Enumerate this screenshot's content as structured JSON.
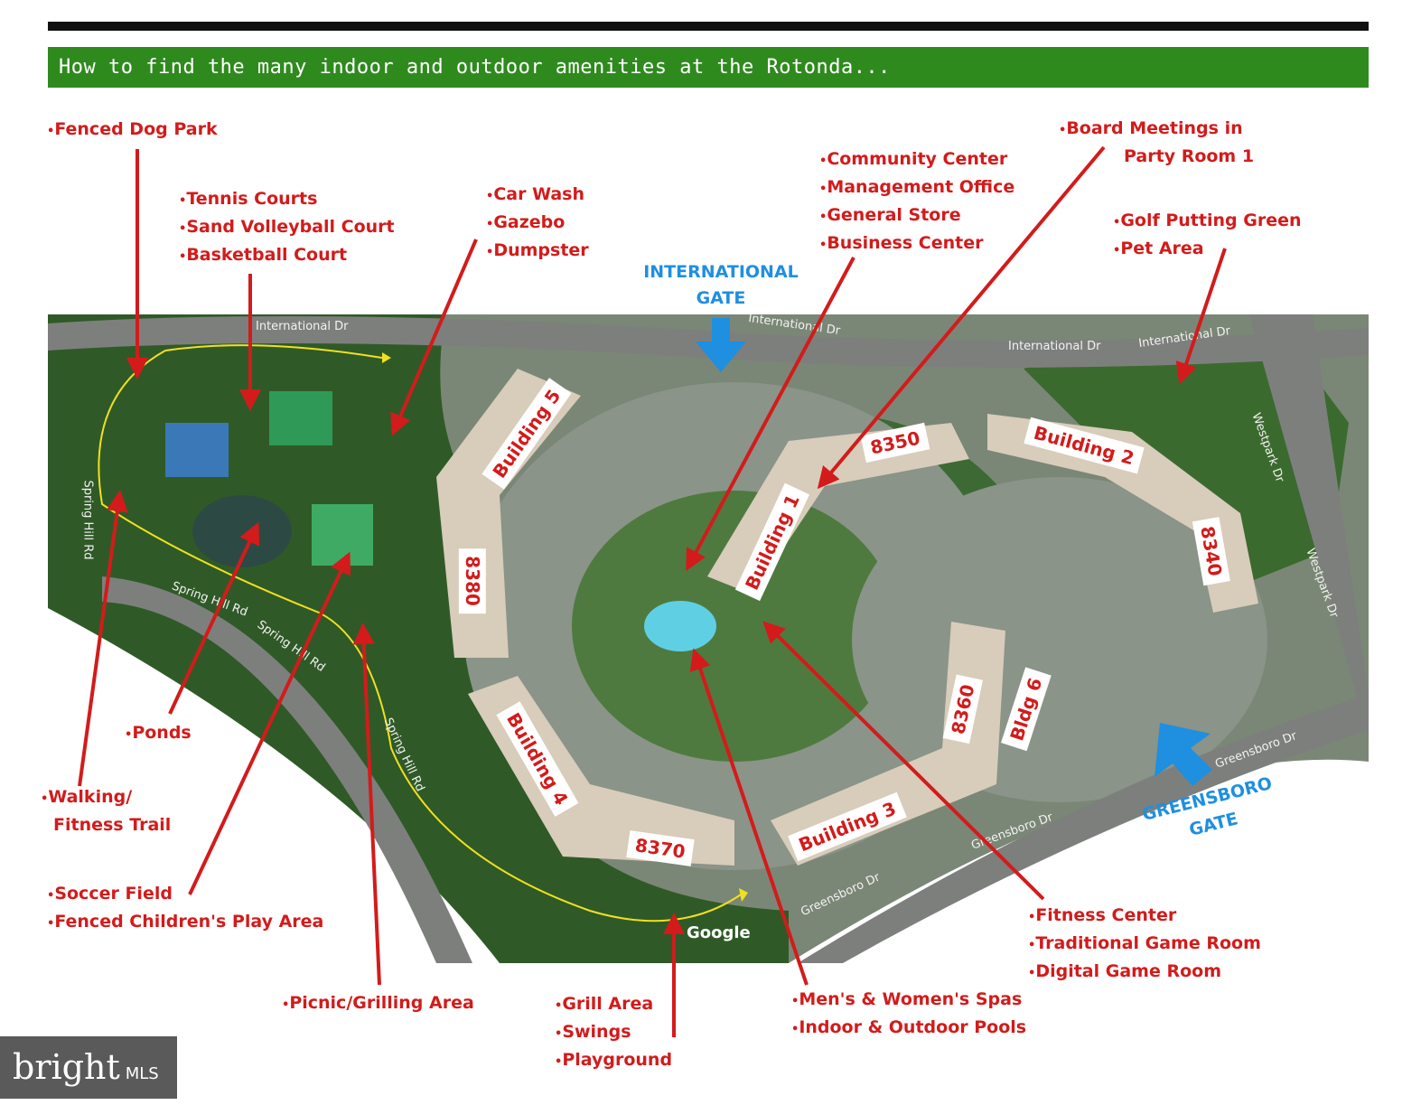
{
  "banner": {
    "title": "How to find the many indoor and outdoor amenities at the Rotonda..."
  },
  "colors": {
    "label_red": "#d31b1b",
    "gate_blue": "#1f8fe0",
    "banner_green": "#2f8a1e",
    "trail_yellow": "#f0e020"
  },
  "amenities": {
    "dog_park": [
      "Fenced Dog Park"
    ],
    "courts": [
      "Tennis Courts",
      "Sand Volleyball Court",
      "Basketball Court"
    ],
    "car_wash": [
      "Car Wash",
      "Gazebo",
      "Dumpster"
    ],
    "community": [
      "Community Center",
      "Management Office",
      "General Store",
      "Business Center"
    ],
    "board": [
      "Board Meetings in",
      "Party Room 1"
    ],
    "golf": [
      "Golf Putting Green",
      "Pet Area"
    ],
    "ponds": [
      "Ponds"
    ],
    "trail": [
      "Walking/",
      "Fitness Trail"
    ],
    "soccer": [
      "Soccer Field",
      "Fenced Children's Play Area"
    ],
    "picnic": [
      "Picnic/Grilling Area"
    ],
    "grill": [
      "Grill Area",
      "Swings",
      "Playground"
    ],
    "spas": [
      "Men's & Women's Spas",
      "Indoor & Outdoor Pools"
    ],
    "fitness": [
      "Fitness Center",
      "Traditional Game Room",
      "Digital Game Room"
    ]
  },
  "gates": {
    "international": [
      "INTERNATIONAL",
      "GATE"
    ],
    "greensboro": [
      "GREENSBORO",
      "GATE"
    ]
  },
  "buildings": {
    "b1": "Building 1",
    "b2": "Building 2",
    "b3": "Building 3",
    "b4": "Building 4",
    "b5": "Building 5",
    "b6": "Bldg 6",
    "n8340": "8340",
    "n8350": "8350",
    "n8360": "8360",
    "n8370": "8370",
    "n8380": "8380"
  },
  "roads": {
    "international_a": "International Dr",
    "international_b": "International Dr",
    "international_c": "International Dr",
    "international_d": "International Dr",
    "westpark_a": "Westpark Dr",
    "westpark_b": "Westpark Dr",
    "springhill_a": "Spring Hill Rd",
    "springhill_b": "Spring Hill Rd",
    "springhill_c": "Spring Hill Rd",
    "springhill_d": "Spring Hill Rd",
    "greensboro_a": "Greensboro Dr",
    "greensboro_b": "Greensboro Dr",
    "greensboro_c": "Greensboro Dr"
  },
  "map_credit": "Google",
  "watermark": {
    "word": "bright",
    "suffix": "MLS"
  }
}
